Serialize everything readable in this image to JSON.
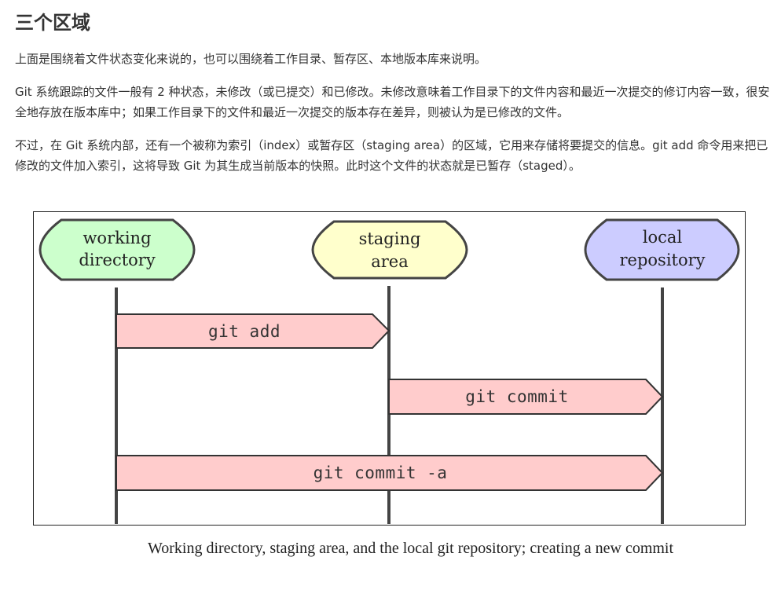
{
  "section": {
    "heading": "三个区域",
    "paragraphs": [
      "上面是围绕着文件状态变化来说的，也可以围绕着工作目录、暂存区、本地版本库来说明。",
      "Git 系统跟踪的文件一般有 2 种状态，未修改（或已提交）和已修改。未修改意味着工作目录下的文件内容和最近一次提交的修订内容一致，很安全地存放在版本库中；如果工作目录下的文件和最近一次提交的版本存在差异，则被认为是已修改的文件。",
      "不过，在 Git 系统内部，还有一个被称为索引（index）或暂存区（staging area）的区域，它用来存储将要提交的信息。git add 命令用来把已修改的文件加入索引，这将导致 Git 为其生成当前版本的快照。此时这个文件的状态就是已暂存（staged）。"
    ]
  },
  "figure": {
    "areas": [
      {
        "line1": "working",
        "line2": "directory",
        "color": "#ccffcc"
      },
      {
        "line1": "staging",
        "line2": "area",
        "color": "#ffffcc"
      },
      {
        "line1": "local",
        "line2": "repository",
        "color": "#ccccff"
      }
    ],
    "commands": [
      {
        "label": "git add",
        "from": "working directory",
        "to": "staging area"
      },
      {
        "label": "git commit",
        "from": "staging area",
        "to": "local repository"
      },
      {
        "label": "git commit -a",
        "from": "working directory",
        "to": "local repository"
      }
    ],
    "arrow_color": "#ffcccc",
    "caption": "Working directory, staging area, and the local git repository; creating a new commit"
  }
}
